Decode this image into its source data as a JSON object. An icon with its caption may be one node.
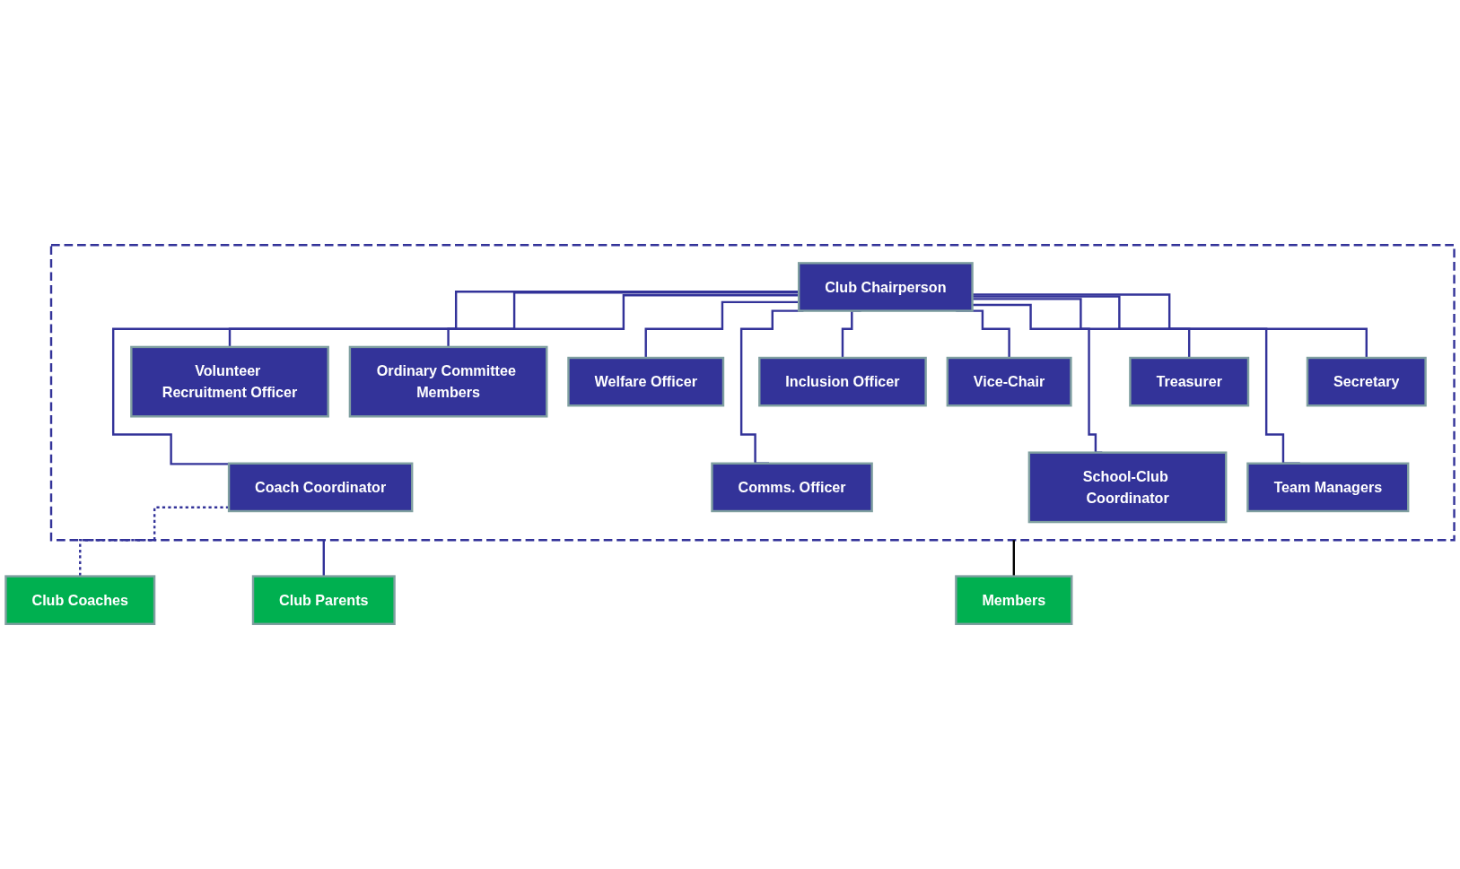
{
  "diagram": {
    "nodes": [
      {
        "text": [],
        "shape": "box"
      },
      {
        "text": [
          "Club Chairperson"
        ],
        "in": 0
      },
      {
        "text": [
          "Vice-Chair"
        ],
        "in": 0
      },
      {
        "text": [
          "Secretary"
        ],
        "in": 0
      },
      {
        "text": [
          "Treasurer"
        ],
        "in": 0
      },
      {
        "text": [
          "Welfare Officer"
        ],
        "in": 0
      },
      {
        "text": [
          "Inclusion Officer"
        ],
        "in": 0
      },
      {
        "text": [
          "Volunteer Recruitment Officer"
        ],
        "in": 0
      },
      {
        "text": [
          "Ordinary Committee Members"
        ],
        "in": 0
      },
      {
        "text": [
          "Team Managers"
        ],
        "in": 0
      },
      {
        "text": [
          "School-Club Coordinator"
        ],
        "in": 0
      },
      {
        "text": [
          "Comms. Officer"
        ],
        "in": 0
      },
      {
        "text": [
          "Coach Coordinator"
        ],
        "in": 0
      },
      {
        "text": [
          "Club Parents"
        ]
      },
      {
        "text": [
          "Members"
        ]
      },
      {
        "text": [
          "Club Coaches"
        ]
      }
    ],
    "edges": [
      {
        "from": 1,
        "to": 2,
        "arrow": "none"
      },
      {
        "from": 1,
        "to": 3,
        "arrow": "none"
      },
      {
        "from": 1,
        "to": 9,
        "arrow": "none"
      },
      {
        "from": 1,
        "to": 4,
        "arrow": "none"
      },
      {
        "from": 1,
        "to": 10,
        "arrow": "none"
      },
      {
        "from": 1,
        "to": 5,
        "arrow": "none"
      },
      {
        "from": 1,
        "to": 6,
        "arrow": "none"
      },
      {
        "from": 1,
        "to": 11,
        "arrow": "none"
      },
      {
        "from": 1,
        "to": 7,
        "arrow": "none"
      },
      {
        "from": 1,
        "to": 12,
        "arrow": "none"
      },
      {
        "from": 1,
        "to": 8,
        "arrow": "none"
      },
      {
        "from": 0,
        "to": 13,
        "arrow": "none"
      },
      {
        "from": 0,
        "to": 14,
        "arrow": "none",
        "color": "#000000"
      },
      {
        "from": 12,
        "to": 15,
        "arrow": "none",
        "style": "dashed"
      }
    ]
  }
}
